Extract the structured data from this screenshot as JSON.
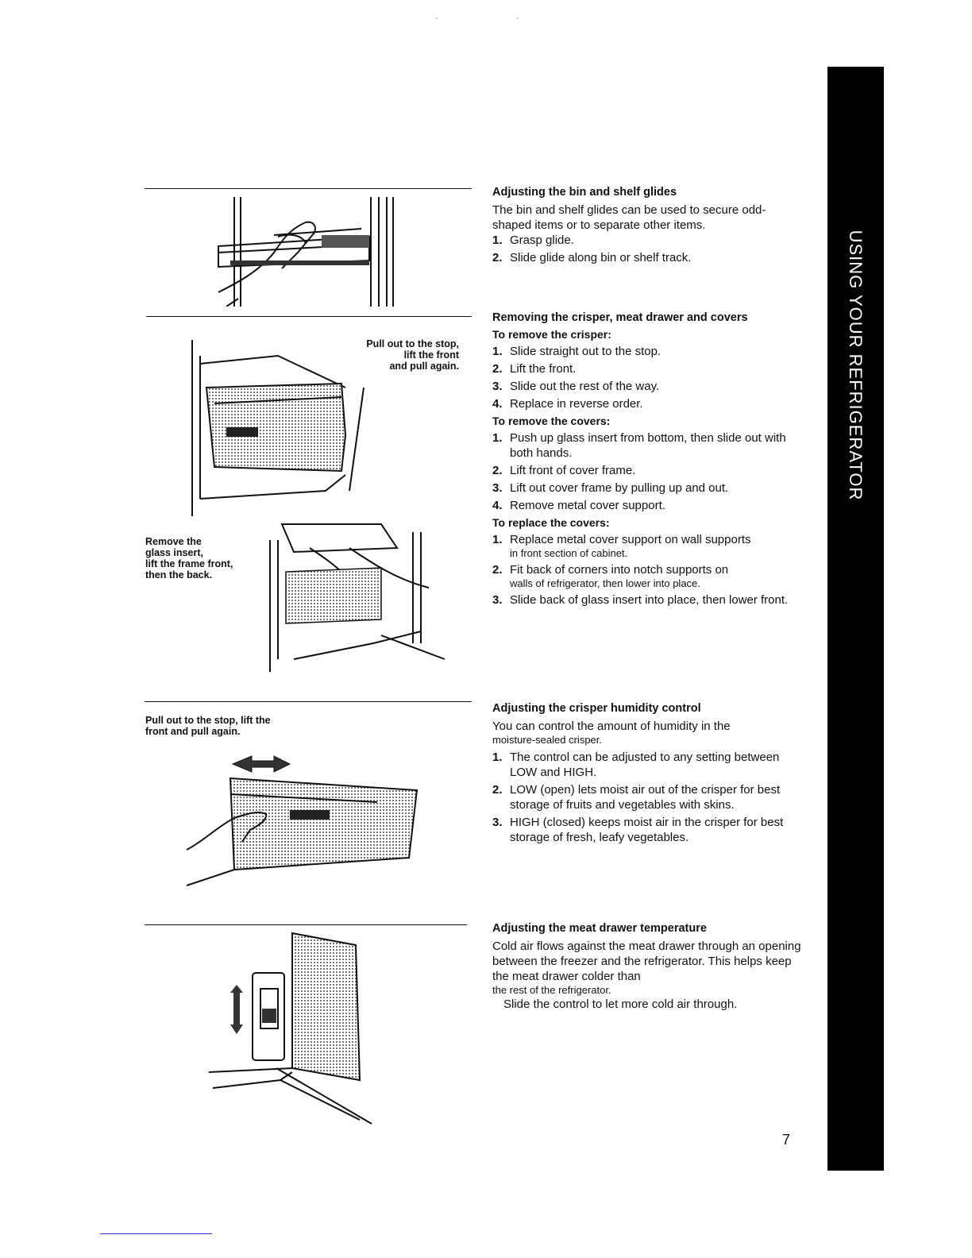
{
  "sidebar": {
    "label": "USING YOUR REFRIGERATOR"
  },
  "page_number": "7",
  "captions": {
    "crisper_pull": [
      "Pull out to the stop,",
      "lift the front",
      "and pull again."
    ],
    "glass_insert": [
      "Remove the",
      "glass insert,",
      "lift the frame front,",
      "then the back."
    ],
    "humidity_pull": [
      "Pull out to the stop, lift the",
      "front and pull again."
    ]
  },
  "sections": {
    "glides": {
      "heading": "Adjusting the bin and shelf glides",
      "intro": "The bin and shelf glides can be used to secure odd-shaped items or to separate other items.",
      "steps": [
        {
          "num": "1.",
          "text": "Grasp glide."
        },
        {
          "num": "2.",
          "text": "Slide glide along bin or shelf track."
        }
      ]
    },
    "crisper": {
      "heading": "Removing the crisper, meat drawer and covers",
      "remove_crisper": {
        "title": "To remove the crisper:",
        "steps": [
          {
            "num": "1.",
            "text": "Slide straight out to the stop."
          },
          {
            "num": "2.",
            "text": "Lift the front."
          },
          {
            "num": "3.",
            "text": "Slide out the rest of the way."
          },
          {
            "num": "4.",
            "text": "Replace in reverse order."
          }
        ]
      },
      "remove_covers": {
        "title": "To remove the covers:",
        "steps": [
          {
            "num": "1.",
            "text": "Push up glass insert from bottom, then slide out with both hands."
          },
          {
            "num": "2.",
            "text": "Lift front of cover frame."
          },
          {
            "num": "3.",
            "text": "Lift out cover frame by pulling up and out."
          },
          {
            "num": "4.",
            "text": "Remove metal cover support."
          }
        ]
      },
      "replace_covers": {
        "title": "To replace the covers:",
        "steps": [
          {
            "num": "1.",
            "text": "Replace metal cover support on wall supports",
            "small": "in front section of cabinet."
          },
          {
            "num": "2.",
            "text": "Fit back of corners into notch supports on",
            "small": "walls of refrigerator, then lower into place."
          },
          {
            "num": "3.",
            "text": "Slide back of glass insert into place, then lower front."
          }
        ]
      }
    },
    "humidity": {
      "heading": "Adjusting the crisper humidity control",
      "intro": "You can control the amount of humidity in the",
      "intro_small": "moisture-sealed crisper.",
      "steps": [
        {
          "num": "1.",
          "text": "The control can be adjusted to any setting between LOW and HIGH."
        },
        {
          "num": "2.",
          "text": "LOW (open) lets moist air out of the crisper for best storage of fruits and vegetables with skins."
        },
        {
          "num": "3.",
          "text": "HIGH (closed) keeps moist air in the crisper for best storage of fresh, leafy vegetables."
        }
      ]
    },
    "meat": {
      "heading": "Adjusting the meat drawer temperature",
      "body": "Cold air flows against the meat drawer through an opening between the freezer and the refrigerator. This helps keep the meat drawer colder than",
      "body_small": "the rest of the refrigerator.",
      "body2": "Slide the control to let more cold air through."
    }
  },
  "icons": {
    "glide_illustration": "hand-on-shelf-glide-illustration",
    "crisper_illustration": "crisper-drawer-illustration",
    "cover_illustration": "glass-insert-removal-illustration",
    "humidity_illustration": "humidity-slider-illustration",
    "meat_illustration": "meat-drawer-control-illustration"
  }
}
